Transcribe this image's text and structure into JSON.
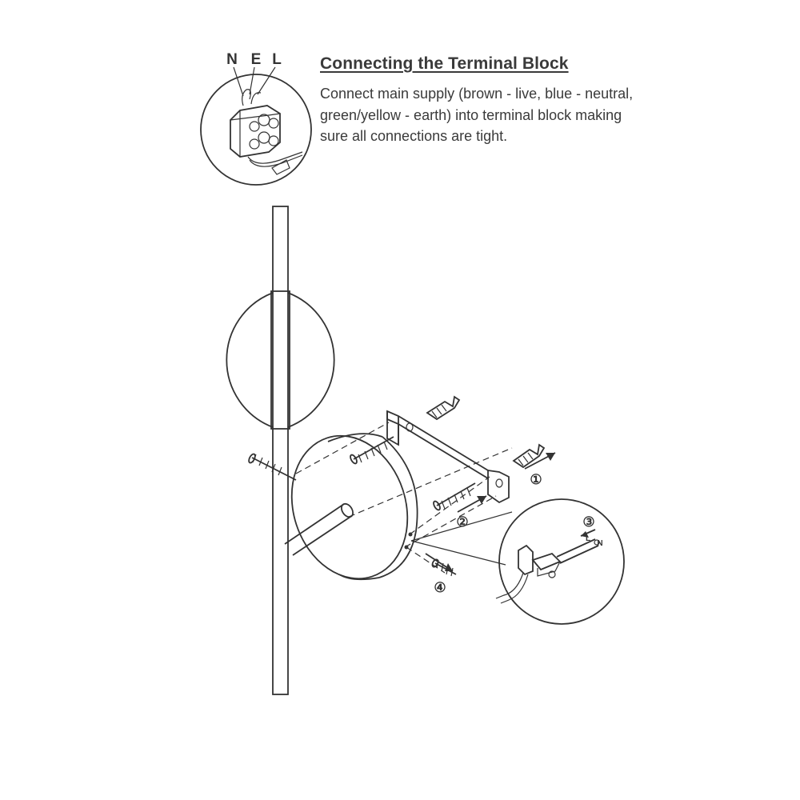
{
  "instructions": {
    "title": "Connecting the Terminal Block",
    "body_lines": [
      "Connect main supply (brown - live, blue - neutral,",
      "green/yellow - earth) into terminal block making",
      "sure all connections are tight."
    ]
  },
  "terminal_labels": {
    "neutral": "N",
    "earth": "E",
    "live": "L"
  },
  "detail_labels": {
    "live": "L",
    "neutral": "N"
  },
  "steps": [
    "①",
    "②",
    "③",
    "④"
  ]
}
